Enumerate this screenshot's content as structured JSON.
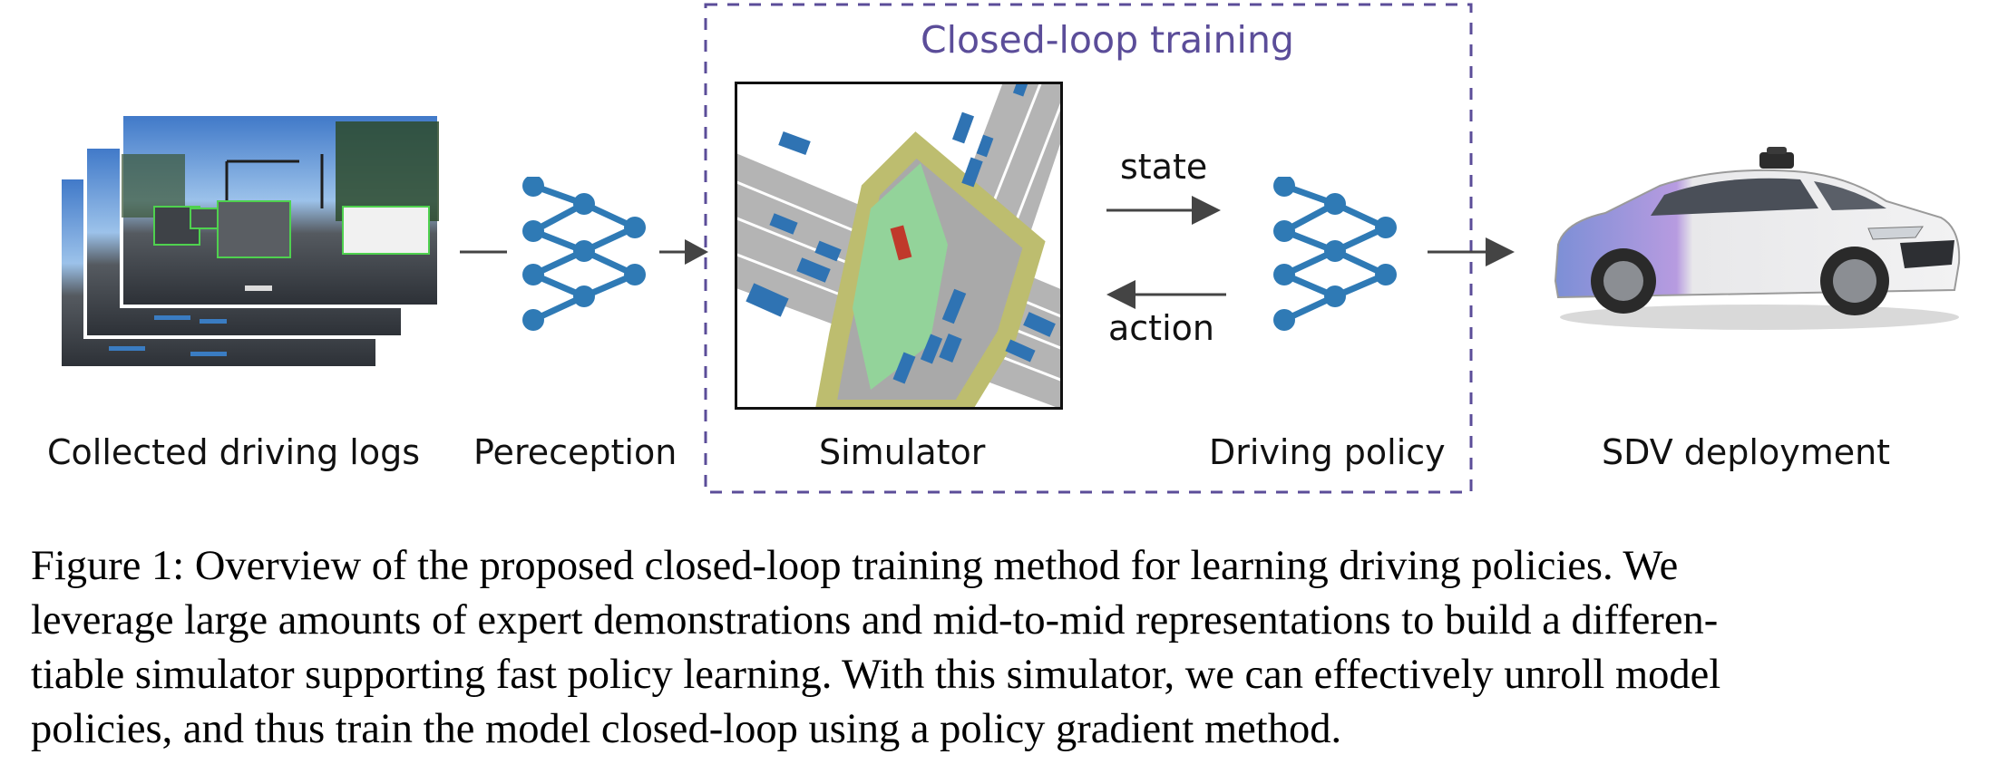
{
  "figure": {
    "closed_loop_title": "Closed-loop training",
    "stages": {
      "logs": "Collected driving logs",
      "perception": "Pereception",
      "simulator": "Simulator",
      "policy": "Driving policy",
      "deployment": "SDV deployment"
    },
    "arrows": {
      "state": "state",
      "action": "action"
    },
    "colors": {
      "network": "#2f7ab5",
      "loop_border": "#5b4d99",
      "road": "#b4b4b4",
      "lane_green": "#93d39a",
      "intersection_border": "#bdbd6f",
      "vehicle_blue": "#2f73b3",
      "ego_red": "#c0392b",
      "arrow": "#444444"
    },
    "icons": [
      "camera-frames-icon",
      "neural-network-icon",
      "birdseye-map-icon",
      "car-icon"
    ]
  },
  "caption": {
    "line1": "Figure 1: Overview of the proposed closed-loop training method for learning driving policies. We",
    "line2": "leverage large amounts of expert demonstrations and mid-to-mid representations to build a differen-",
    "line3": "tiable simulator supporting fast policy learning. With this simulator, we can effectively unroll model",
    "line4": "policies, and thus train the model closed-loop using a policy gradient method."
  }
}
